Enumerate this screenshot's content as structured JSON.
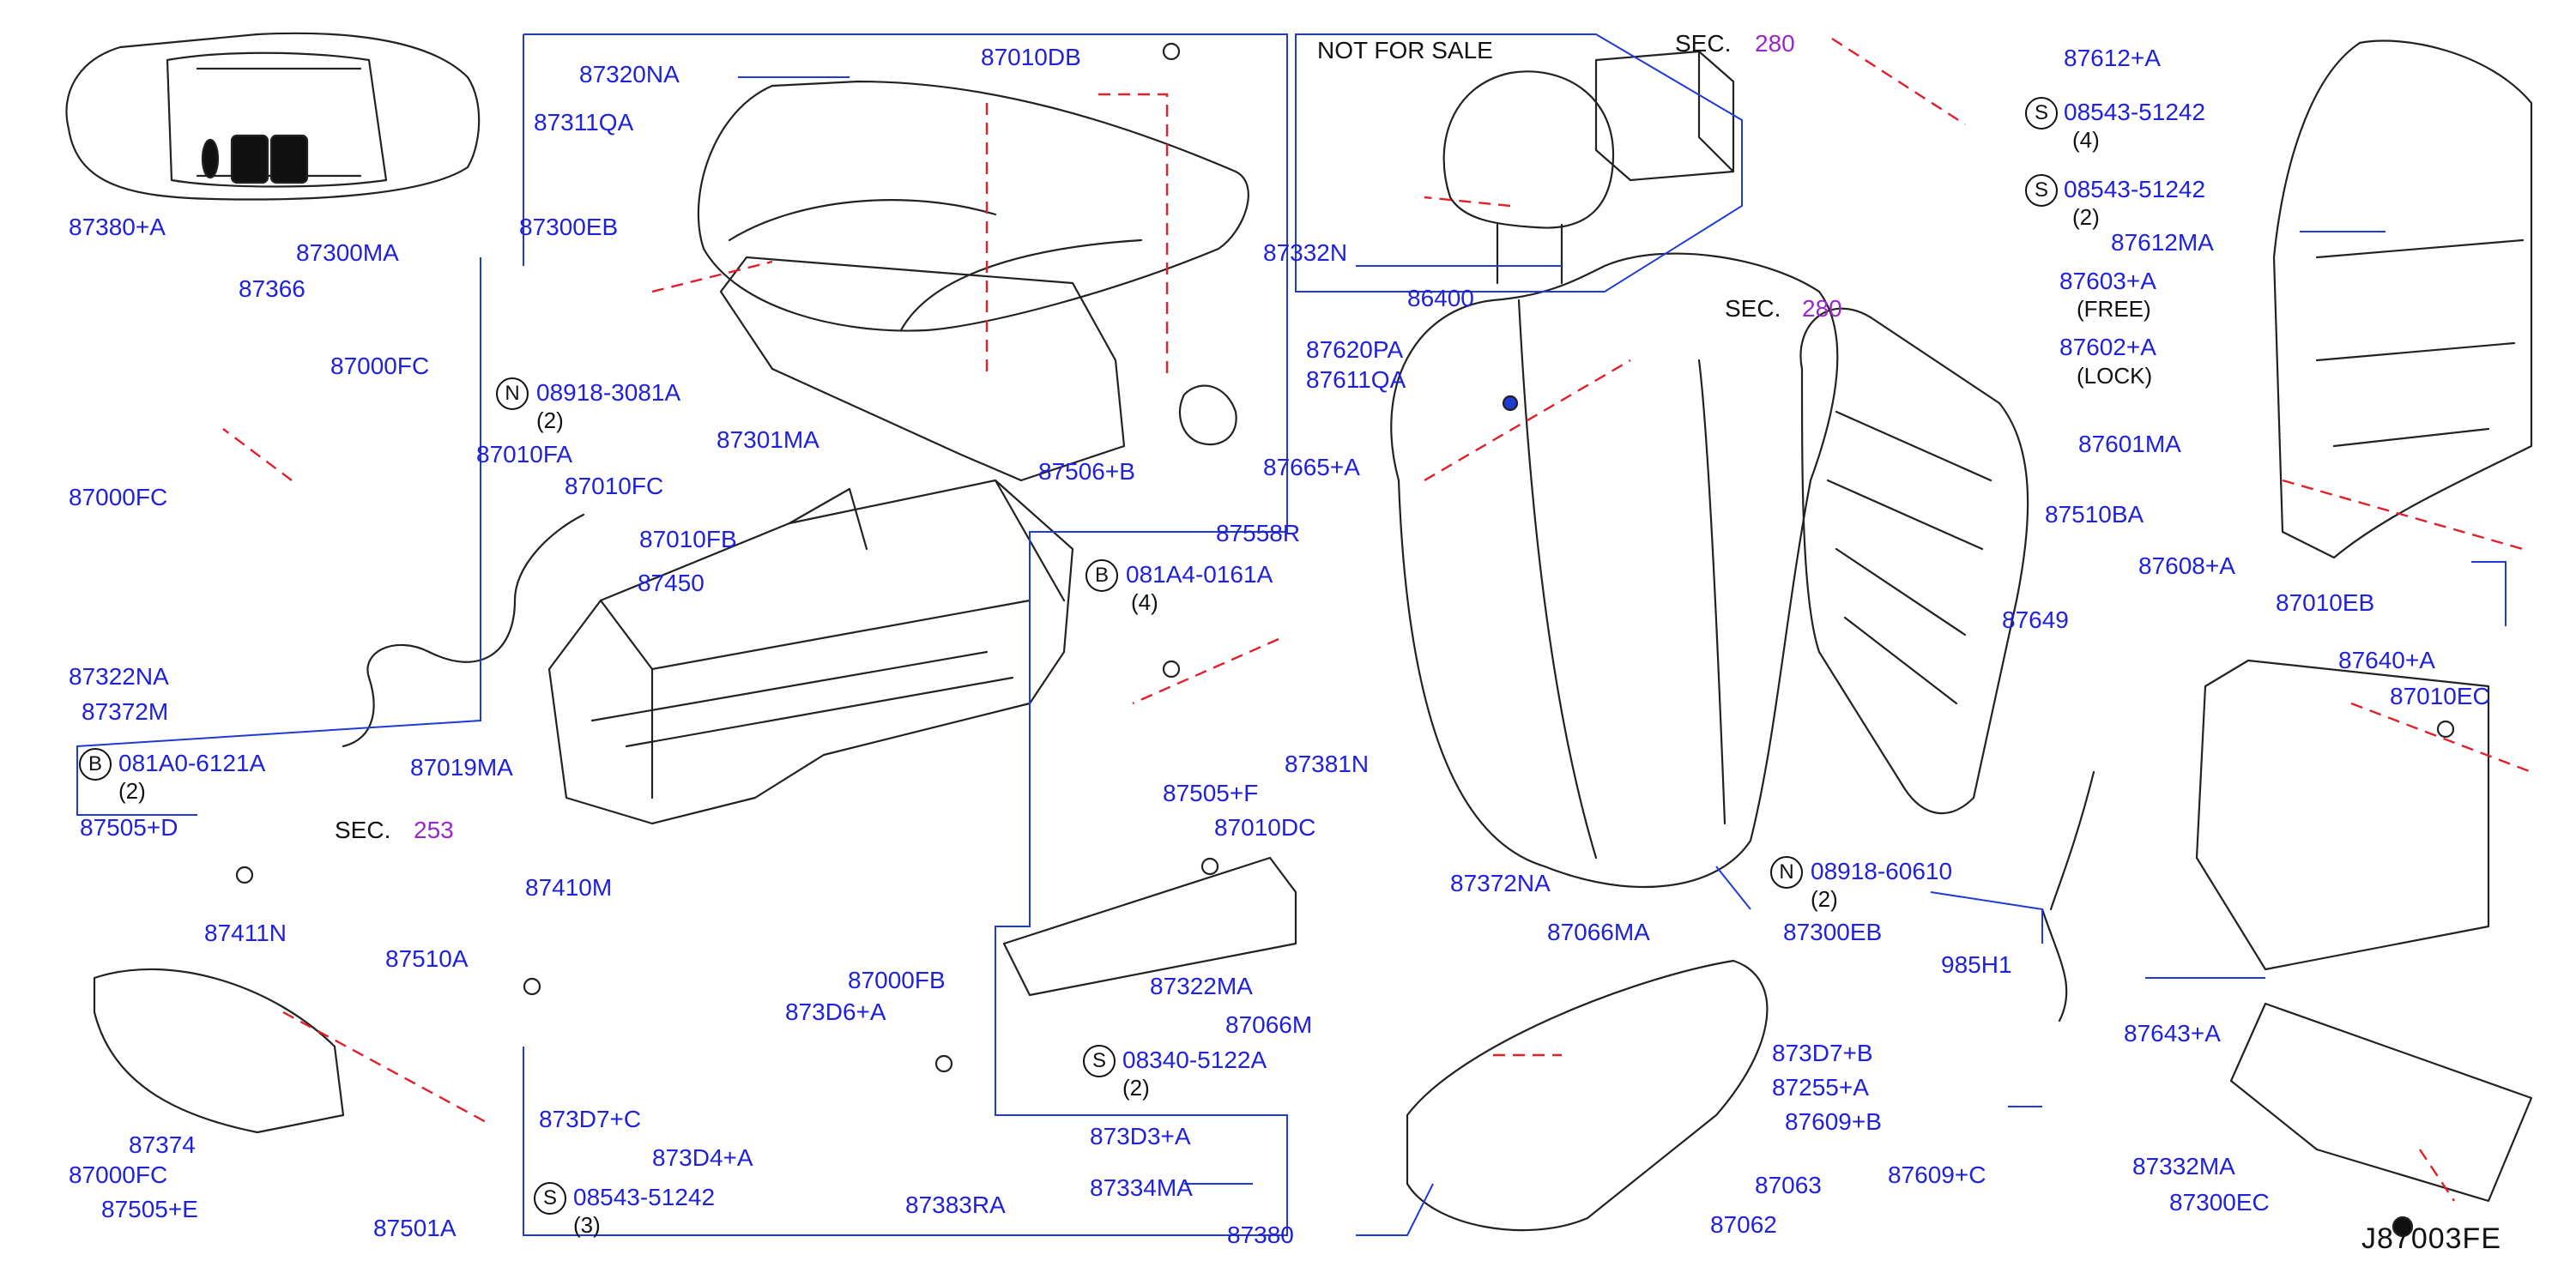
{
  "diagram": {
    "id": "J87003FE",
    "colors": {
      "label": "#1f22d8",
      "section": "#9a27c9",
      "line": "#1f3bd0",
      "dash": "#e0202a",
      "drawing": "#222222"
    },
    "not_for_sale": "NOT   FOR   SALE",
    "sections": [
      {
        "prefix": "SEC.",
        "number": "280"
      },
      {
        "prefix": "SEC.",
        "number": "280"
      },
      {
        "prefix": "SEC.",
        "number": "253"
      }
    ],
    "fasteners": [
      {
        "prefix": "N",
        "code": "08918-3081A",
        "qty": "(2)"
      },
      {
        "prefix": "B",
        "code": "081A0-6121A",
        "qty": "(2)"
      },
      {
        "prefix": "B",
        "code": "081A4-0161A",
        "qty": "(4)"
      },
      {
        "prefix": "S",
        "code": "08340-5122A",
        "qty": "(2)"
      },
      {
        "prefix": "S",
        "code": "08543-51242",
        "qty": "(3)"
      },
      {
        "prefix": "S",
        "code": "08543-51242",
        "qty": "(4)"
      },
      {
        "prefix": "S",
        "code": "08543-51242",
        "qty": "(2)"
      },
      {
        "prefix": "N",
        "code": "08918-60610",
        "qty": "(2)"
      }
    ],
    "notes": {
      "free": "(FREE)",
      "lock": "(LOCK)"
    },
    "parts": [
      "87380+A",
      "87366",
      "87000FC",
      "87000FC",
      "87322NA",
      "87372M",
      "87300MA",
      "87300EB",
      "87320NA",
      "87311QA",
      "87010DB",
      "87301MA",
      "87010FA",
      "87010FC",
      "87010FB",
      "87450",
      "87019MA",
      "87505+D",
      "87411N",
      "87410M",
      "87510A",
      "87374",
      "87000FC",
      "87505+E",
      "87501A",
      "87506+B",
      "87558R",
      "87505+F",
      "87010DC",
      "87322MA",
      "87000FB",
      "873D6+A",
      "873D7+C",
      "873D4+A",
      "873D3+A",
      "87334MA",
      "87383RA",
      "87380",
      "87332N",
      "86400",
      "87620PA",
      "87611QA",
      "87665+A",
      "87381N",
      "87372NA",
      "87066MA",
      "87066M",
      "87612+A",
      "87612MA",
      "87603+A",
      "87602+A",
      "87601MA",
      "87510BA",
      "87649",
      "87608+A",
      "87010EB",
      "87640+A",
      "87010EC",
      "87300EB",
      "985H1",
      "873D7+B",
      "87255+A",
      "87609+B",
      "87609+C",
      "87643+A",
      "87332MA",
      "87300EC",
      "87063",
      "87062"
    ]
  }
}
